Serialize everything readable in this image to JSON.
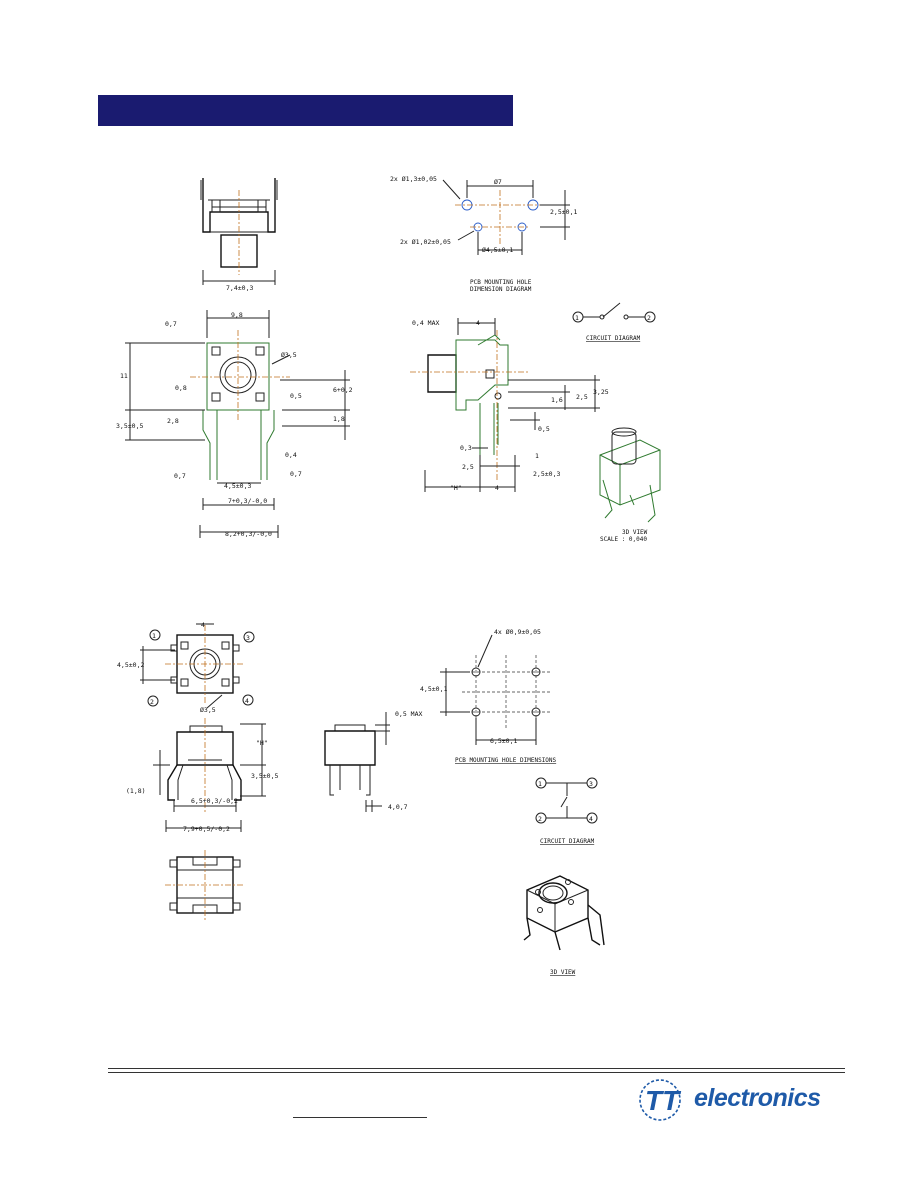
{
  "header": {
    "banner_color": "#1a1b70"
  },
  "top_section": {
    "pcb_hole_labels": [
      "2x Ø1,3±0,05",
      "2x Ø1,02±0,05",
      "Ø7",
      "Ø4,5±0,1",
      "2,5±0,1"
    ],
    "pcb_caption": [
      "PCB MOUNTING HOLE",
      "DIMENSION DIAGRAM"
    ],
    "front_view_dims": [
      "7,4±0,3"
    ],
    "side_view_dims": [
      "9,8",
      "0,7",
      "Ø3,5",
      "11",
      "0,8",
      "0,5",
      "3,5±0,5",
      "2,8",
      "1,8",
      "0,4",
      "0,7",
      "0,7",
      "4,5±0,3",
      "7+0,3/-0,0",
      "8,2+0,3/-0,0",
      "6+0,2"
    ],
    "profile_view_dims": [
      "0,4 MAX",
      "4",
      "3,25",
      "2,5",
      "1,6",
      "0,5",
      "0,3",
      "1",
      "2,5",
      "2,5±0,3",
      "\"H\"",
      "4"
    ],
    "circuit_caption": "CIRCUIT DIAGRAM",
    "circuit_nodes": [
      "1",
      "2"
    ],
    "view3d_caption": [
      "3D VIEW",
      "SCALE : 0,040"
    ]
  },
  "bottom_section": {
    "top_view_dims": [
      "4",
      "4,5±0,2",
      "Ø3,5"
    ],
    "pin_labels": [
      "1",
      "3",
      "2",
      "4"
    ],
    "elevation_dims": [
      "\"H\"",
      "3,5±0,5",
      "(1,8)",
      "6,5+0,3/-0,2",
      "7,9+0,5/-0,2"
    ],
    "side_dims": [
      "0,5 MAX",
      "4,0,7"
    ],
    "pcb_labels": [
      "4x Ø0,9±0,05",
      "4,5±0,1",
      "6,5±0,1"
    ],
    "pcb_caption": "PCB MOUNTING HOLE DIMENSIONS",
    "circuit_caption": "CIRCUIT DIAGRAM",
    "circuit_nodes": [
      "1",
      "3",
      "2",
      "4"
    ],
    "view3d_caption": "3D VIEW"
  },
  "footer": {
    "logo_text": "electronics",
    "logo_mark": "TT",
    "brand_color": "#1e5aa8"
  }
}
